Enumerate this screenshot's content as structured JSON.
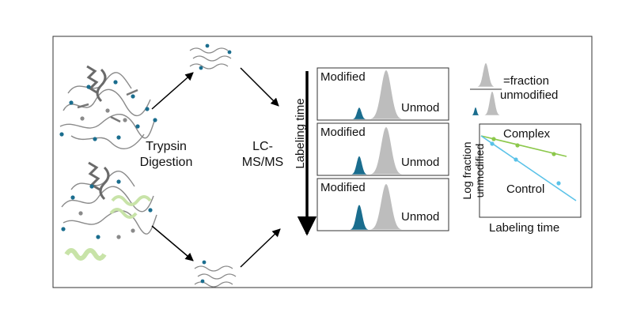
{
  "steps": {
    "digestion_line1": "Trypsin",
    "digestion_line2": "Digestion",
    "lcms_line1": "LC-",
    "lcms_line2": "MS/MS"
  },
  "time_axis": {
    "label": "Labeling time"
  },
  "spectra_panels": [
    {
      "modified_label": "Modified",
      "unmod_label": "Unmod",
      "modified_level": 0.35
    },
    {
      "modified_label": "Modified",
      "unmod_label": "Unmod",
      "modified_level": 0.55
    },
    {
      "modified_label": "Modified",
      "unmod_label": "Unmod",
      "modified_level": 0.75
    }
  ],
  "legend": {
    "equation_text": "=fraction",
    "equation_text_2": "unmodified"
  },
  "plot": {
    "ylabel_line1": "Log fraction",
    "ylabel_line2": "unmodified",
    "xlabel": "Labeling time",
    "series_complex": "Complex",
    "series_control": "Control"
  },
  "colors": {
    "modified_peak": "#1a6d8e",
    "unmod_peak": "#bdbdbd",
    "complex_line": "#8cc84b",
    "control_line": "#5ac2e8",
    "ribbon": "#8a8a8a",
    "bound_partner": "#c8e3a8"
  }
}
